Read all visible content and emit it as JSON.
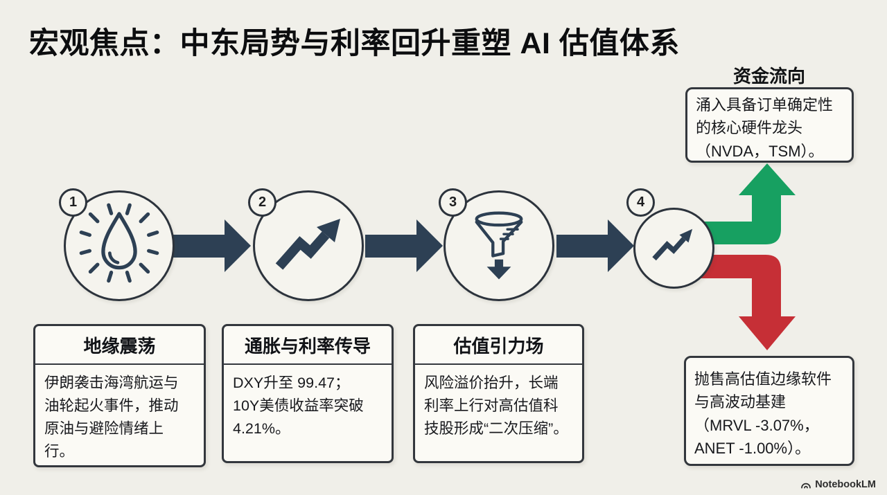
{
  "title": "宏观焦点：中东局势与利率回升重塑 AI 估值体系",
  "steps": [
    {
      "number": "1",
      "icon": "oil-drop-icon",
      "title": "地缘震荡",
      "body": "伊朗袭击海湾航运与\n油轮起火事件，推动\n原油与避险情绪上\n行。"
    },
    {
      "number": "2",
      "icon": "trend-up-icon",
      "title": "通胀与利率传导",
      "body": "DXY升至 99.47；\n10Y美债收益率突破\n4.21%。"
    },
    {
      "number": "3",
      "icon": "funnel-icon",
      "title": "估值引力场",
      "body": "风险溢价抬升，长端\n利率上行对高估值科\n技股形成“二次压缩”。"
    },
    {
      "number": "4",
      "icon": "trend-line-icon",
      "title": "",
      "body": ""
    }
  ],
  "fund_flow": {
    "label": "资金流向",
    "inflow": "涌入具备订单确定性\n的核心硬件龙头\n（NVDA，TSM）。",
    "outflow": "抛售高估值边缘软件\n与高波动基建\n（MRVL -3.07%，\nANET -1.00%）。"
  },
  "colors": {
    "background": "#f0efe9",
    "ink": "#0c0d0f",
    "navy": "#2d4054",
    "green": "#17a061",
    "red": "#c62f36",
    "card_bg": "#fbfaf5",
    "border": "#33373d"
  },
  "footer": {
    "brand": "NotebookLM"
  }
}
